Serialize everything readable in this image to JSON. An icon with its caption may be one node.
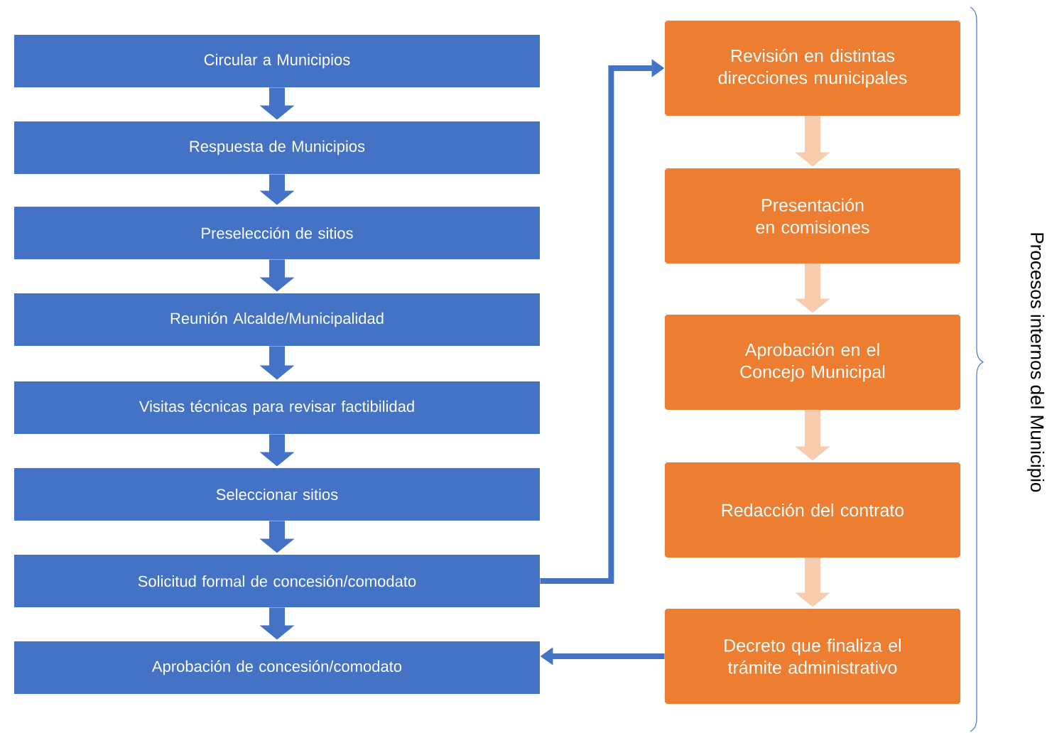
{
  "diagram": {
    "nodes": [
      {
        "text": [
          "Circular a Municipios"
        ]
      },
      {
        "text": [
          "Respuesta de Municipios"
        ]
      },
      {
        "text": [
          "Preselección de sitios"
        ]
      },
      {
        "text": [
          "Reunión Alcalde/Municipalidad"
        ]
      },
      {
        "text": [
          "Visitas técnicas para revisar factibilidad"
        ]
      },
      {
        "text": [
          "Seleccionar sitios"
        ]
      },
      {
        "text": [
          "Solicitud formal de concesión/comodato"
        ]
      },
      {
        "text": [
          "Aprobación de concesión/comodato"
        ]
      },
      {
        "text": [
          "Revisión en distintas direcciones municipales"
        ]
      },
      {
        "text": [
          "Presentación en comisiones"
        ]
      },
      {
        "text": [
          "Aprobación en el Concejo Municipal"
        ]
      },
      {
        "text": [
          "Redacción del contrato"
        ]
      },
      {
        "text": [
          "Decreto que finaliza el trámite administrativo"
        ]
      }
    ],
    "edges": [
      {
        "from": 0,
        "to": 1,
        "arrow": "to"
      },
      {
        "from": 1,
        "to": 2,
        "arrow": "to"
      },
      {
        "from": 2,
        "to": 3,
        "arrow": "to"
      },
      {
        "from": 3,
        "to": 4,
        "arrow": "to"
      },
      {
        "from": 4,
        "to": 5,
        "arrow": "to"
      },
      {
        "from": 5,
        "to": 6,
        "arrow": "to"
      },
      {
        "from": 6,
        "to": 7,
        "arrow": "to"
      },
      {
        "from": 6,
        "to": 8,
        "arrow": "to"
      },
      {
        "from": 8,
        "to": 9,
        "arrow": "to",
        "color": "#f8cbad"
      },
      {
        "from": 9,
        "to": 10,
        "arrow": "to",
        "color": "#f8cbad"
      },
      {
        "from": 10,
        "to": 11,
        "arrow": "to",
        "color": "#f8cbad"
      },
      {
        "from": 11,
        "to": 12,
        "arrow": "to",
        "color": "#f8cbad"
      },
      {
        "from": 12,
        "to": 7,
        "arrow": "to"
      }
    ],
    "labels": [
      "Procesos internos del Municipio"
    ]
  }
}
